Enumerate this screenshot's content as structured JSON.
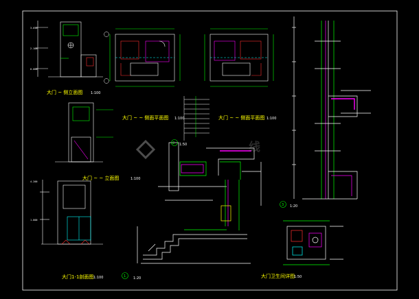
{
  "drawing": {
    "background": "#000000",
    "border_color": "#ffffff",
    "line_colors": {
      "white": "#ffffff",
      "green": "#00ff00",
      "magenta": "#ff00ff",
      "red": "#ff3030",
      "yellow": "#ffff00",
      "cyan": "#00ffff"
    }
  },
  "titles": {
    "side_elevation": "大门   ~   侧立面图",
    "plan_1": "大门   ~   ~   侧面平面图",
    "plan_2": "大门   ~   ~   侧面平面图",
    "front_elevation": "大门   ~   ~   立面图",
    "section": "大门1-1剖面图",
    "detail": "大门卫生间详图"
  },
  "scales": {
    "side_elevation": "1:100",
    "plan_1": "1:100",
    "plan_2": "1:100",
    "front_elevation": "1:100",
    "section": "1:100",
    "node_1": "1:50",
    "node_2": "1:20",
    "node_3": "1:20",
    "detail": "1:50"
  },
  "markers": {
    "node_1": "2",
    "node_2": "3",
    "node_3": "1"
  },
  "watermark": {
    "text": "线"
  }
}
